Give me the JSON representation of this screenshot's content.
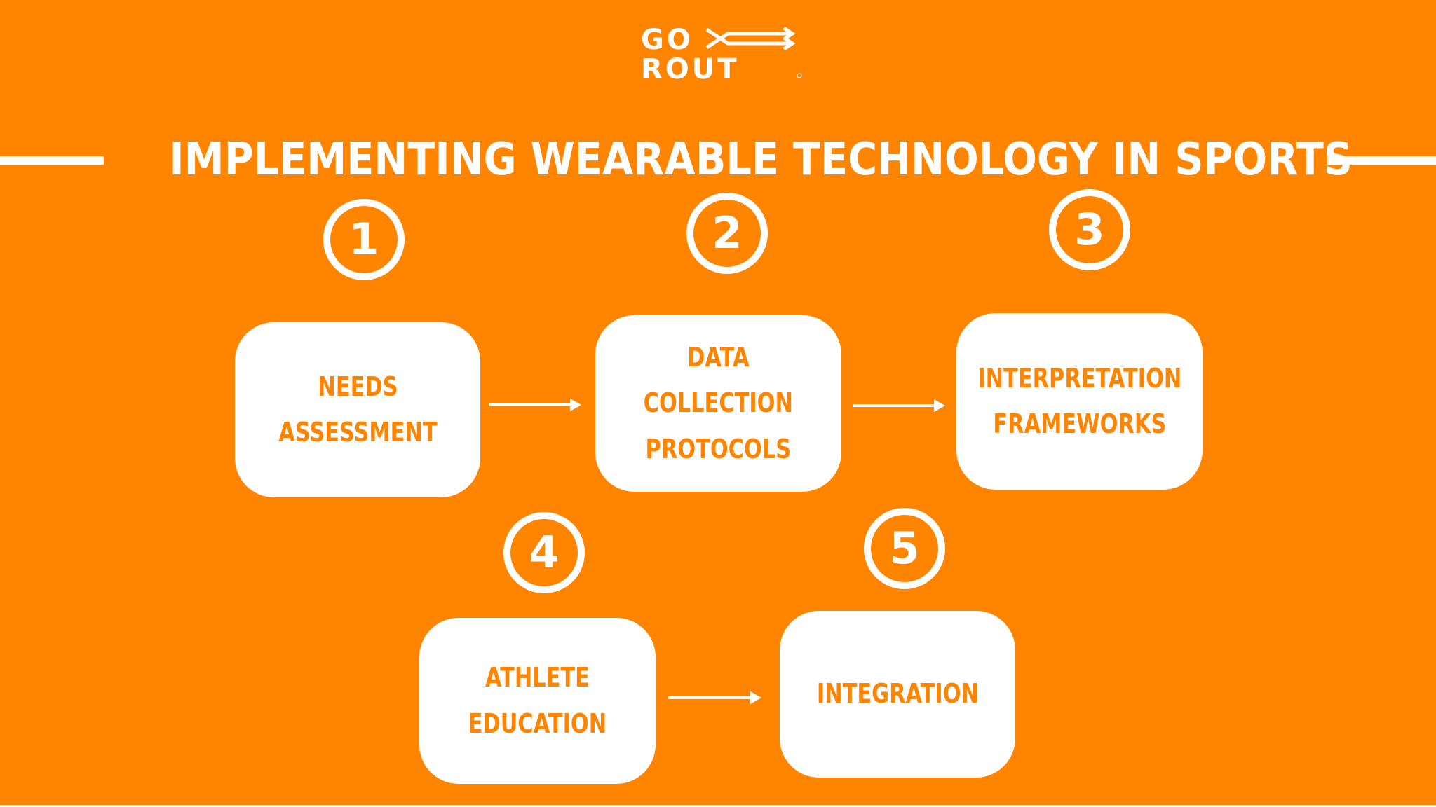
{
  "brand": {
    "logo_line1": "GO",
    "logo_line2": "ROUT",
    "colors": {
      "background": "#FF8501",
      "foreground": "#FFFFFF"
    }
  },
  "title": "IMPLEMENTING WEARABLE TECHNOLOGY IN SPORTS",
  "steps": [
    {
      "number": "1",
      "label": "NEEDS\nASSESSMENT"
    },
    {
      "number": "2",
      "label": "DATA\nCOLLECTION\nPROTOCOLS"
    },
    {
      "number": "3",
      "label": "INTERPRETATION\nFRAMEWORKS"
    },
    {
      "number": "4",
      "label": "ATHLETE\nEDUCATION"
    },
    {
      "number": "5",
      "label": "INTEGRATION"
    }
  ],
  "flow": [
    {
      "from": "1",
      "to": "2"
    },
    {
      "from": "2",
      "to": "3"
    },
    {
      "from": "4",
      "to": "5"
    }
  ]
}
